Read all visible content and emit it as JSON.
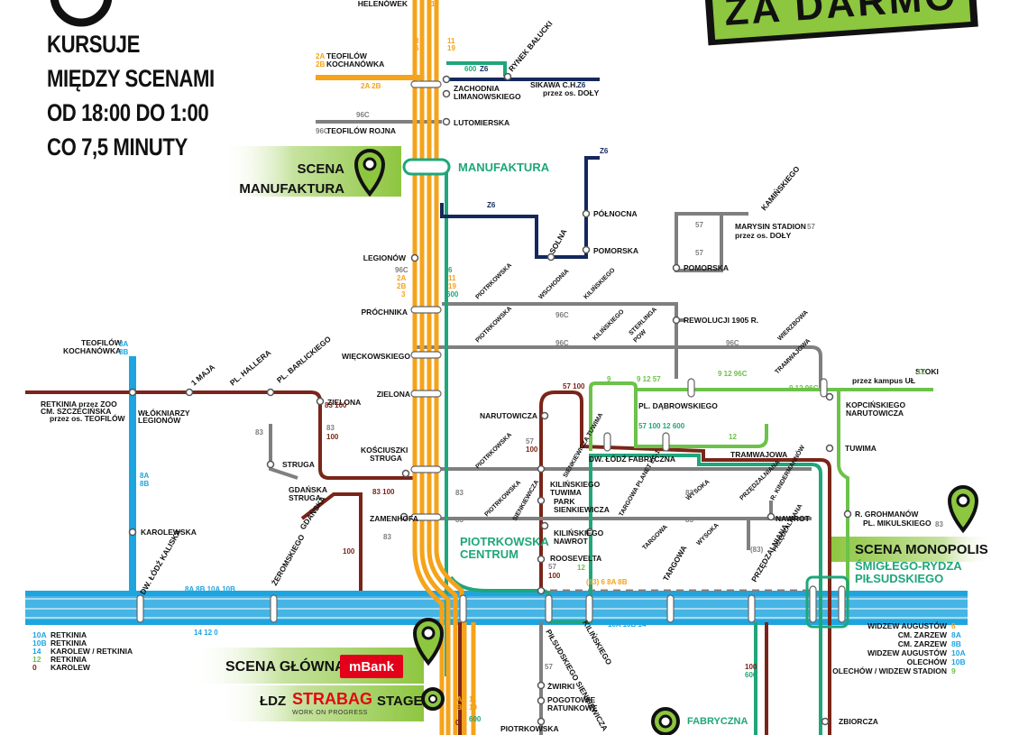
{
  "header": {
    "line1": "KURSUJE",
    "line2": "MIĘDZY SCENAMI",
    "line3": "OD 18:00 DO 1:00",
    "line4": "CO 7,5 MINUTY",
    "banner": "ZA DARMO"
  },
  "stages": {
    "manufaktura": "SCENA MANUFAKTURA",
    "monopolis": "SCENA MONOPOLIS",
    "glowna": "SCENA GŁÓWNA",
    "mbank": "mBank",
    "ldz": "ŁDZ",
    "strabag": "STRABAG",
    "stage": "STAGE",
    "strabag_sub": "WORK ON PROGRESS"
  },
  "hubs": {
    "manufaktura": "MANUFAKTURA",
    "piotrkowska_1": "PIOTRKOWSKA",
    "piotrkowska_2": "CENTRUM",
    "smiglego_1": "ŚMIGŁEGO-RYDZA",
    "smiglego_2": "PIŁSUDSKIEGO",
    "fabryczna": "FABRYCZNA"
  },
  "colors": {
    "orange": "#f5a31a",
    "green": "#1fa67a",
    "lightgreen": "#6cc24a",
    "blue": "#1ea5e0",
    "navy": "#14285c",
    "brown": "#7a2519",
    "gray": "#7f7f7f",
    "accent": "#8dc63f"
  },
  "stops": [
    {
      "id": "helenowek",
      "label": "HELENÓWEK"
    },
    {
      "id": "teofilow",
      "label": "TEOFILÓW"
    },
    {
      "id": "kochanowka",
      "label": "KOCHANÓWKA"
    },
    {
      "id": "zachodnia1",
      "label": "ZACHODNIA"
    },
    {
      "id": "zachodnia2",
      "label": "LIMANOWSKIEGO"
    },
    {
      "id": "lutomierska",
      "label": "LUTOMIERSKA"
    },
    {
      "id": "teofilowrojna",
      "label": "TEOFILÓW ROJNA"
    },
    {
      "id": "rynek",
      "label": "RYNEK BAŁUCKI"
    },
    {
      "id": "sikawa",
      "label": "SIKAWA C.H."
    },
    {
      "id": "doly",
      "label": "przez os. DOŁY"
    },
    {
      "id": "polnocna",
      "label": "PÓŁNOCNA"
    },
    {
      "id": "solna",
      "label": "SOLNA"
    },
    {
      "id": "pomorska1",
      "label": "POMORSKA"
    },
    {
      "id": "kaminskiego",
      "label": "KAMIŃSKIEGO"
    },
    {
      "id": "marysin",
      "label": "MARYSIN STADION"
    },
    {
      "id": "doly2",
      "label": "przez os. DOŁY"
    },
    {
      "id": "pomorska2",
      "label": "POMORSKA"
    },
    {
      "id": "legionow",
      "label": "LEGIONÓW"
    },
    {
      "id": "prochnika",
      "label": "PRÓCHNIKA"
    },
    {
      "id": "rewolucji",
      "label": "REWOLUCJI 1905 R."
    },
    {
      "id": "wieckowskiego",
      "label": "WIĘCKOWSKIEGO"
    },
    {
      "id": "zielona1",
      "label": "ZIELONA"
    },
    {
      "id": "zielona2",
      "label": "ZIELONA"
    },
    {
      "id": "narutowicza",
      "label": "NARUTOWICZA"
    },
    {
      "id": "pldab",
      "label": "PL. DĄBROWSKIEGO"
    },
    {
      "id": "stoki",
      "label": "STOKI"
    },
    {
      "id": "kampus",
      "label": "przez kampus UŁ"
    },
    {
      "id": "kopcinskiego1",
      "label": "KOPCIŃSKIEGO"
    },
    {
      "id": "kopcinskiego2",
      "label": "NARUTOWICZA"
    },
    {
      "id": "teofilow2",
      "label": "TEOFILÓW"
    },
    {
      "id": "kochanowka2",
      "label": "KOCHANÓWKA"
    },
    {
      "id": "retkinia",
      "label": "RETKINIA przez ZOO"
    },
    {
      "id": "szczecinska",
      "label": "CM. SZCZECIŃSKA"
    },
    {
      "id": "przezteofilow",
      "label": "przez os. TEOFILÓW"
    },
    {
      "id": "wlokniarzy1",
      "label": "WŁÓKNIARZY"
    },
    {
      "id": "wlokniarzy2",
      "label": "LEGIONÓW"
    },
    {
      "id": "maja",
      "label": "1 MAJA"
    },
    {
      "id": "hallera",
      "label": "PL. HALLERA"
    },
    {
      "id": "barlickiego",
      "label": "PL. BARLICKIEGO"
    },
    {
      "id": "struga",
      "label": "STRUGA"
    },
    {
      "id": "kosciuszki1",
      "label": "KOŚCIUSZKI"
    },
    {
      "id": "kosciuszki2",
      "label": "STRUGA"
    },
    {
      "id": "gdanska1",
      "label": "GDAŃSKA"
    },
    {
      "id": "gdanska2",
      "label": "STRUGA"
    },
    {
      "id": "gdanska3",
      "label": "GDAŃSKA"
    },
    {
      "id": "zamenhofa",
      "label": "ZAMENHOFA"
    },
    {
      "id": "dwlodz",
      "label": "DW. ŁÓDŹ FABRYCZNA"
    },
    {
      "id": "tramwajowa",
      "label": "TRAMWAJOWA"
    },
    {
      "id": "tuwima",
      "label": "TUWIMA"
    },
    {
      "id": "kilinskiego1",
      "label": "KILIŃSKIEGO"
    },
    {
      "id": "kilinskiego2",
      "label": "TUWIMA"
    },
    {
      "id": "park1",
      "label": "PARK"
    },
    {
      "id": "park2",
      "label": "SIENKIEWICZA"
    },
    {
      "id": "kilnaw1",
      "label": "KILIŃSKIEGO"
    },
    {
      "id": "kilnaw2",
      "label": "NAWROT"
    },
    {
      "id": "nawrot",
      "label": "NAWROT"
    },
    {
      "id": "grohmanow",
      "label": "R. GROHMANÓW"
    },
    {
      "id": "mikulskiego",
      "label": "PL. MIKULSKIEGO"
    },
    {
      "id": "karolewska",
      "label": "KAROLEWSKA"
    },
    {
      "id": "dwkaliska",
      "label": "DW. ŁÓDŹ KALISKA"
    },
    {
      "id": "zeromskiego",
      "label": "ŻEROMSKIEGO"
    },
    {
      "id": "roosevelta",
      "label": "ROOSEVELTA"
    },
    {
      "id": "pilsudskiego",
      "label": "PIŁSUDSKIEGO SIENKIEWICZA"
    },
    {
      "id": "kilinskiego3",
      "label": "KILIŃSKIEGO"
    },
    {
      "id": "targowa",
      "label": "TARGOWA"
    },
    {
      "id": "przedzalniana",
      "label": "PRZĘDZALNIANA"
    },
    {
      "id": "zwirki",
      "label": "ŻWIRKI"
    },
    {
      "id": "pogotowie1",
      "label": "POGOTOWIE"
    },
    {
      "id": "pogotowie2",
      "label": "RATUNKOWE"
    },
    {
      "id": "piotrkowska",
      "label": "PIOTRKOWSKA"
    },
    {
      "id": "zbiorcza",
      "label": "ZBIORCZA"
    }
  ],
  "destinations_left": [
    {
      "line": "10A",
      "label": "RETKINIA"
    },
    {
      "line": "10B",
      "label": "RETKINIA"
    },
    {
      "line": "14",
      "label": "KAROLEW / RETKINIA"
    },
    {
      "line": "12",
      "label": "RETKINIA"
    },
    {
      "line": "0",
      "label": "KAROLEW"
    }
  ],
  "destinations_right": [
    {
      "label": "WIDZEW AUGUSTÓW",
      "line": "6"
    },
    {
      "label": "CM. ZARZEW",
      "line": "8A"
    },
    {
      "label": "CM. ZARZEW",
      "line": "8B"
    },
    {
      "label": "WIDZEW AUGUSTÓW",
      "line": "10A"
    },
    {
      "label": "OLECHÓW",
      "line": "10B"
    },
    {
      "label": "OLECHÓW / WIDZEW STADION",
      "line": "9"
    }
  ],
  "line_numbers": {
    "helenowek": "19",
    "l3": "3",
    "l6": "6",
    "l11": "11",
    "l19": "19",
    "l2a": "2A",
    "l2b": "2B",
    "l2a2b": "2A 2B",
    "l96c": "96C",
    "lz6": "Z6",
    "l600": "600",
    "l57": "57",
    "l100": "100",
    "l83": "83",
    "l8a": "8A",
    "l8b": "8B",
    "l9": "9",
    "l12": "12",
    "l14": "14",
    "l10a10b14": "10A 10B 14",
    "l14120": "14 12 0",
    "l8a8b10a10b": "8A 8B 10A 10B",
    "l83-6": "(83) 6 8A 8B",
    "l57-100-12-600": "57 100 12 600",
    "l9-12-57": "9 12 57",
    "l9-12-96c": "9 12 96C",
    "l9-12-96c-b": "9 12 96C",
    "l83100": "83 100",
    "l2a2b3-0": "0",
    "l600-2": "600",
    "l83p": "(83)",
    "l57-100": "57 100",
    "l11-19-600": "600"
  },
  "small_streets": {
    "s1": "PIOTRKOWSKA",
    "s2": "WSCHODNIA",
    "s3": "KILIŃSKIEGO",
    "s4": "PIOTRKOWSKA",
    "s5": "KILIŃSKIEGO",
    "s6": "STERLINGA",
    "s7": "POW",
    "s8": "WIERZBOWA",
    "s9": "TRAMWAJOWA",
    "s10": "PIOTRKOWSKA",
    "s11": "SIENKIEWICZA TUWIMA",
    "s12": "PIOTRKOWSKA",
    "s13": "SIENKIEWICZA",
    "s14": "TARGOWA PLANET EC-1",
    "s15": "WYSOKA",
    "s16": "PRZĘDZALNIANA",
    "s17": "R. KINDERMANNÓW",
    "s18": "TARGOWA",
    "s19": "WYSOKA",
    "s20": "PRZĘDZALNIANA"
  }
}
